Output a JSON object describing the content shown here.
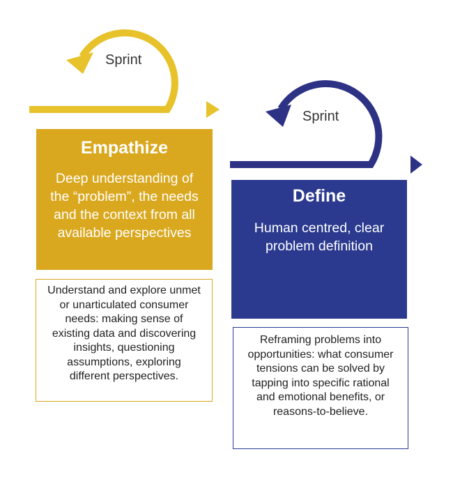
{
  "colors": {
    "empathize": "#D9A81E",
    "empathize_arrow": "#E8C22A",
    "define": "#2B3A8F",
    "define_arrow": "#2E3285"
  },
  "empathize": {
    "sprint_label": "Sprint",
    "title": "Empathize",
    "body": "Deep understanding of the “problem”, the needs and the context from all available perspectives",
    "description": "Understand and explore unmet or unarticulated consumer needs: making sense of existing data and discovering insights, questioning assumptions, exploring different perspectives."
  },
  "define": {
    "sprint_label": "Sprint",
    "title": "Define",
    "body": "Human centred, clear problem definition",
    "description": "Reframing problems into opportunities: what consumer tensions can be solved by tapping into specific rational and emotional benefits, or reasons-to-believe."
  }
}
